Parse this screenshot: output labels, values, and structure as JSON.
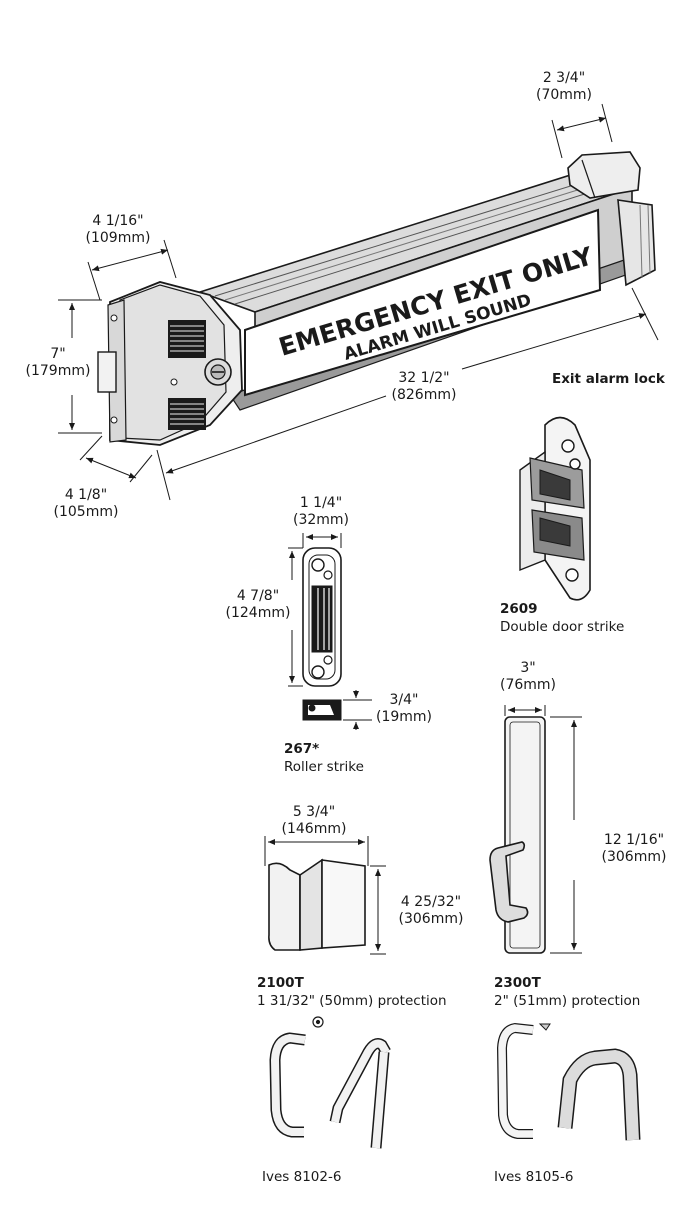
{
  "lock": {
    "title": "Exit alarm lock",
    "sign_line1": "EMERGENCY EXIT ONLY",
    "sign_line2": "ALARM WILL SOUND",
    "dim_top_in": "2 3/4\"",
    "dim_top_mm": "(70mm)",
    "dim_left_in": "4 1/16\"",
    "dim_left_mm": "(109mm)",
    "dim_height_in": "7\"",
    "dim_height_mm": "(179mm)",
    "dim_length_in": "32 1/2\"",
    "dim_length_mm": "(826mm)",
    "dim_depth_in": "4 1/8\"",
    "dim_depth_mm": "(105mm)"
  },
  "strike_2609": {
    "code": "2609",
    "name": "Double door strike"
  },
  "strike_267": {
    "code": "267*",
    "name": "Roller strike",
    "dim_width_in": "1 1/4\"",
    "dim_width_mm": "(32mm)",
    "dim_height_in": "4 7/8\"",
    "dim_height_mm": "(124mm)",
    "dim_depth_in": "3/4\"",
    "dim_depth_mm": "(19mm)"
  },
  "guard_2100t": {
    "code": "2100T",
    "name": "1 31/32\" (50mm) protection",
    "dim_width_in": "5 3/4\"",
    "dim_width_mm": "(146mm)",
    "dim_height_in": "4 25/32\"",
    "dim_height_mm": "(306mm)"
  },
  "guard_2300t": {
    "code": "2300T",
    "name": "2\" (51mm) protection",
    "dim_width_in": "3\"",
    "dim_width_mm": "(76mm)",
    "dim_height_in": "12 1/16\"",
    "dim_height_mm": "(306mm)"
  },
  "pull_8102": {
    "name": "Ives 8102-6"
  },
  "pull_8105": {
    "name": "Ives 8105-6"
  }
}
